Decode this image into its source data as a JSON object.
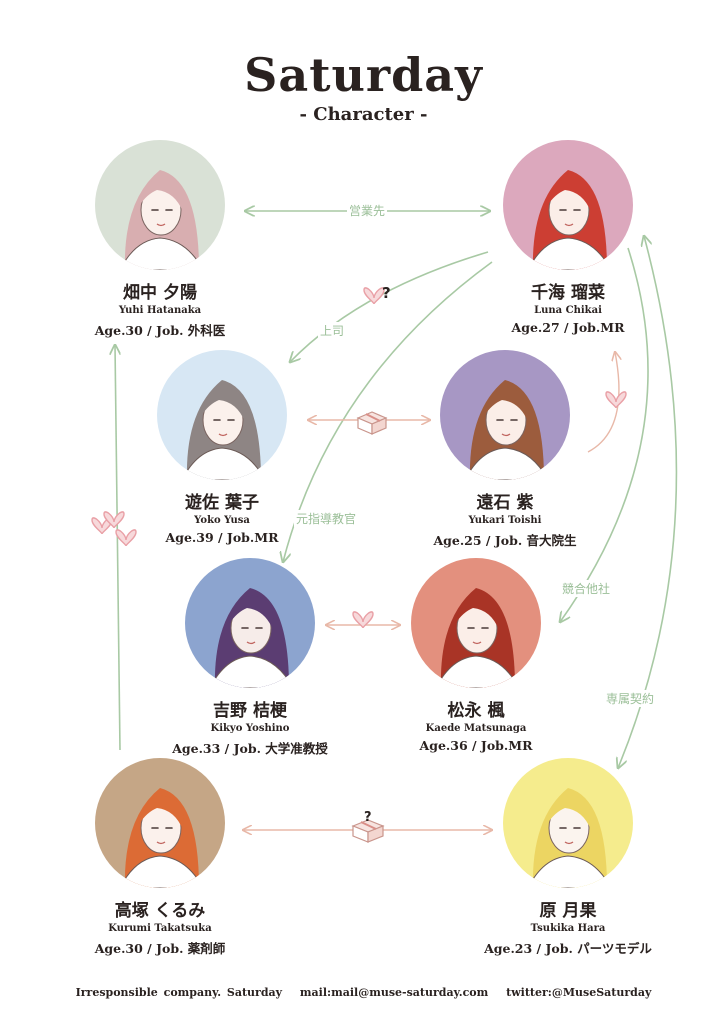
{
  "title": "Saturday",
  "subtitle": "- Character -",
  "characters": [
    {
      "jp": "畑中 夕陽",
      "en": "Yuhi Hatanaka",
      "info": "Age.30 / Job. 外科医",
      "bg": "#d9e1d6",
      "hair": "#d8aeb0",
      "skin": "#fbf1ec"
    },
    {
      "jp": "千海 瑠菜",
      "en": "Luna Chikai",
      "info": "Age.27 / Job.MR",
      "bg": "#dca8bd",
      "hair": "#cc3e33",
      "skin": "#fbeee8"
    },
    {
      "jp": "遊佐 葉子",
      "en": "Yoko Yusa",
      "info": "Age.39 / Job.MR",
      "bg": "#d7e7f4",
      "hair": "#8e8584",
      "skin": "#fbf1ec"
    },
    {
      "jp": "遠石 紫",
      "en": "Yukari Toishi",
      "info": "Age.25 / Job. 音大院生",
      "bg": "#a797c4",
      "hair": "#9c5c3d",
      "skin": "#fbeee8"
    },
    {
      "jp": "吉野 桔梗",
      "en": "Kikyo Yoshino",
      "info": "Age.33 / Job. 大学准教授",
      "bg": "#8ca4cf",
      "hair": "#5b3d72",
      "skin": "#f6ece9"
    },
    {
      "jp": "松永 楓",
      "en": "Kaede Matsunaga",
      "info": "Age.36 / Job.MR",
      "bg": "#e3907e",
      "hair": "#a93426",
      "skin": "#fbeee8"
    },
    {
      "jp": "高塚 くるみ",
      "en": "Kurumi Takatsuka",
      "info": "Age.30 / Job. 薬剤師",
      "bg": "#c5a686",
      "hair": "#dc6b35",
      "skin": "#fbf1ec"
    },
    {
      "jp": "原 月果",
      "en": "Tsukika Hara",
      "info": "Age.23 / Job. パーツモデル",
      "bg": "#f5ec8d",
      "hair": "#ecd562",
      "skin": "#fbf4ee"
    }
  ],
  "relations": {
    "sales": "営業先",
    "boss": "上司",
    "mentor": "元指導教官",
    "rival": "競合他社",
    "contract": "専属契約",
    "question_mark": "?",
    "question_mark_2": "?"
  },
  "colors": {
    "green_line": "#a8c9a4",
    "pink_line": "#e8b8a8",
    "heart": "#e9a0a6"
  },
  "footer": {
    "company": "Irresponsible company. Saturday",
    "mail": "mail:mail@muse-saturday.com",
    "twitter": "twitter:@MuseSaturday"
  }
}
